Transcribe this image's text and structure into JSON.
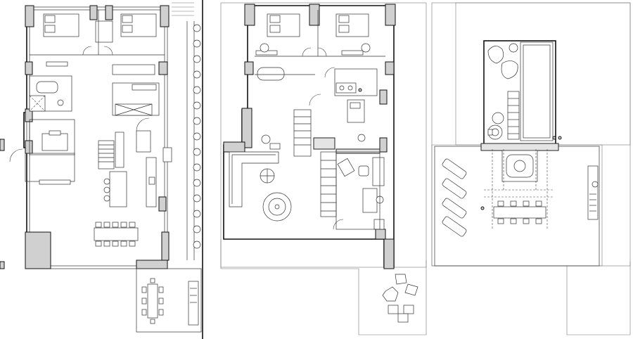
{
  "drawing": {
    "type": "architectural-floor-plans",
    "levels": [
      "ground-floor",
      "first-floor",
      "roof-terrace"
    ],
    "line_color": "#222222",
    "wall_fill": "#e4e4e4",
    "background": "#ffffff"
  }
}
